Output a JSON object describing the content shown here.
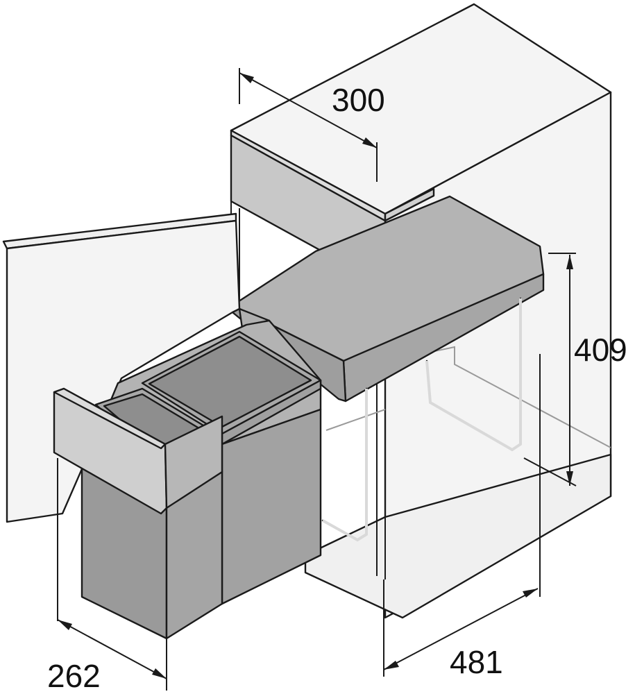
{
  "dimensions": {
    "depth_top": "300",
    "height_right": "409",
    "width_front": "262",
    "depth_bottom": "481"
  },
  "colors": {
    "cabinet_face": "#f2f2f2",
    "cabinet_shade": "#e8e8e8",
    "rail": "#b9b9b9",
    "rail_dark": "#a8a8a8",
    "bin": "#9c9c9c",
    "bin_dark": "#8b8b8b",
    "frame_wire": "#7c7c7c",
    "outline": "#1a1a1a"
  },
  "icons": [
    "cabinet-drawing",
    "waste-bin-drawing"
  ]
}
